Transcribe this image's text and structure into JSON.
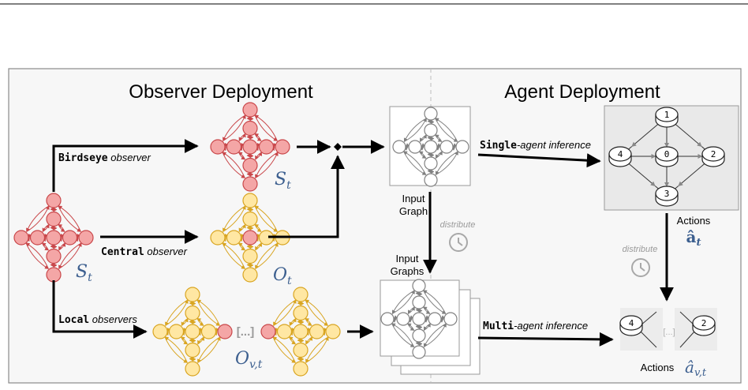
{
  "sections": {
    "observer": "Observer Deployment",
    "agent": "Agent Deployment"
  },
  "observers": {
    "birdseye_code": "Birdseye",
    "birdseye_rest": " observer",
    "central_code": "Central",
    "central_rest": " observer",
    "local_code": "Local",
    "local_rest": " observers"
  },
  "math": {
    "s": "S",
    "t": "t",
    "o": "O",
    "vt": "v,t",
    "a_hat_bold": "â",
    "a_hat": "â"
  },
  "labels": {
    "input_graph_line1": "Input",
    "input_graph_line2": "Graph",
    "input_graphs_line1": "Input",
    "input_graphs_line2": "Graphs",
    "distribute": "distribute",
    "single_code": "Single",
    "single_rest": "-agent inference",
    "multi_code": "Multi",
    "multi_rest": "-agent inference",
    "actions": "Actions",
    "ellipsis": "[...]"
  },
  "agent_nodes": [
    "1",
    "0",
    "4",
    "2",
    "3"
  ],
  "colors": {
    "red_fill": "#f4a6a6",
    "red_stroke": "#c9474a",
    "yellow_fill": "#ffe7a3",
    "yellow_stroke": "#d9a521",
    "gray_stroke": "#808080",
    "math_blue": "#3c5f8f",
    "panel_bg": "#f7f7f7"
  }
}
